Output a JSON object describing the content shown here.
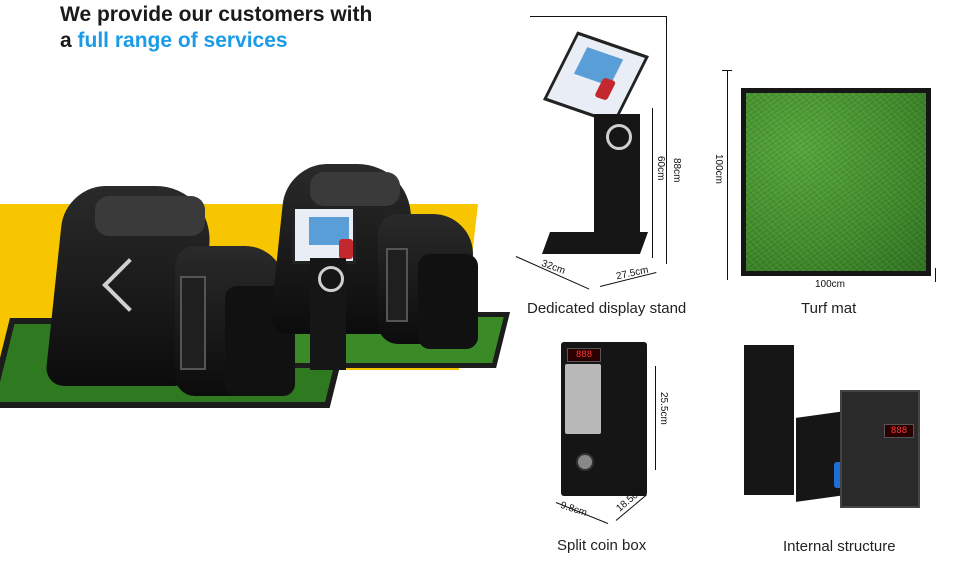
{
  "heading": {
    "line1": "We provide our customers with",
    "line2_prefix": "a ",
    "line2_accent": "full range of services"
  },
  "colors": {
    "accent_blue": "#1a9be8",
    "band_yellow": "#f7c600",
    "turf_green": "#3f8b2a",
    "frame_black": "#161616"
  },
  "display_stand": {
    "caption": "Dedicated display stand",
    "dim_height_total": "88cm",
    "dim_height_pole": "60cm",
    "dim_depth": "32cm",
    "dim_width": "27.5cm"
  },
  "turf_mat": {
    "caption": "Turf mat",
    "dim_height": "100cm",
    "dim_width": "100cm"
  },
  "coin_box": {
    "caption": "Split coin box",
    "dim_height": "25.5cm",
    "dim_width": "9.8cm",
    "dim_depth": "18.5cm",
    "led": "888"
  },
  "internal_structure": {
    "caption": "Internal structure",
    "led": "888"
  }
}
